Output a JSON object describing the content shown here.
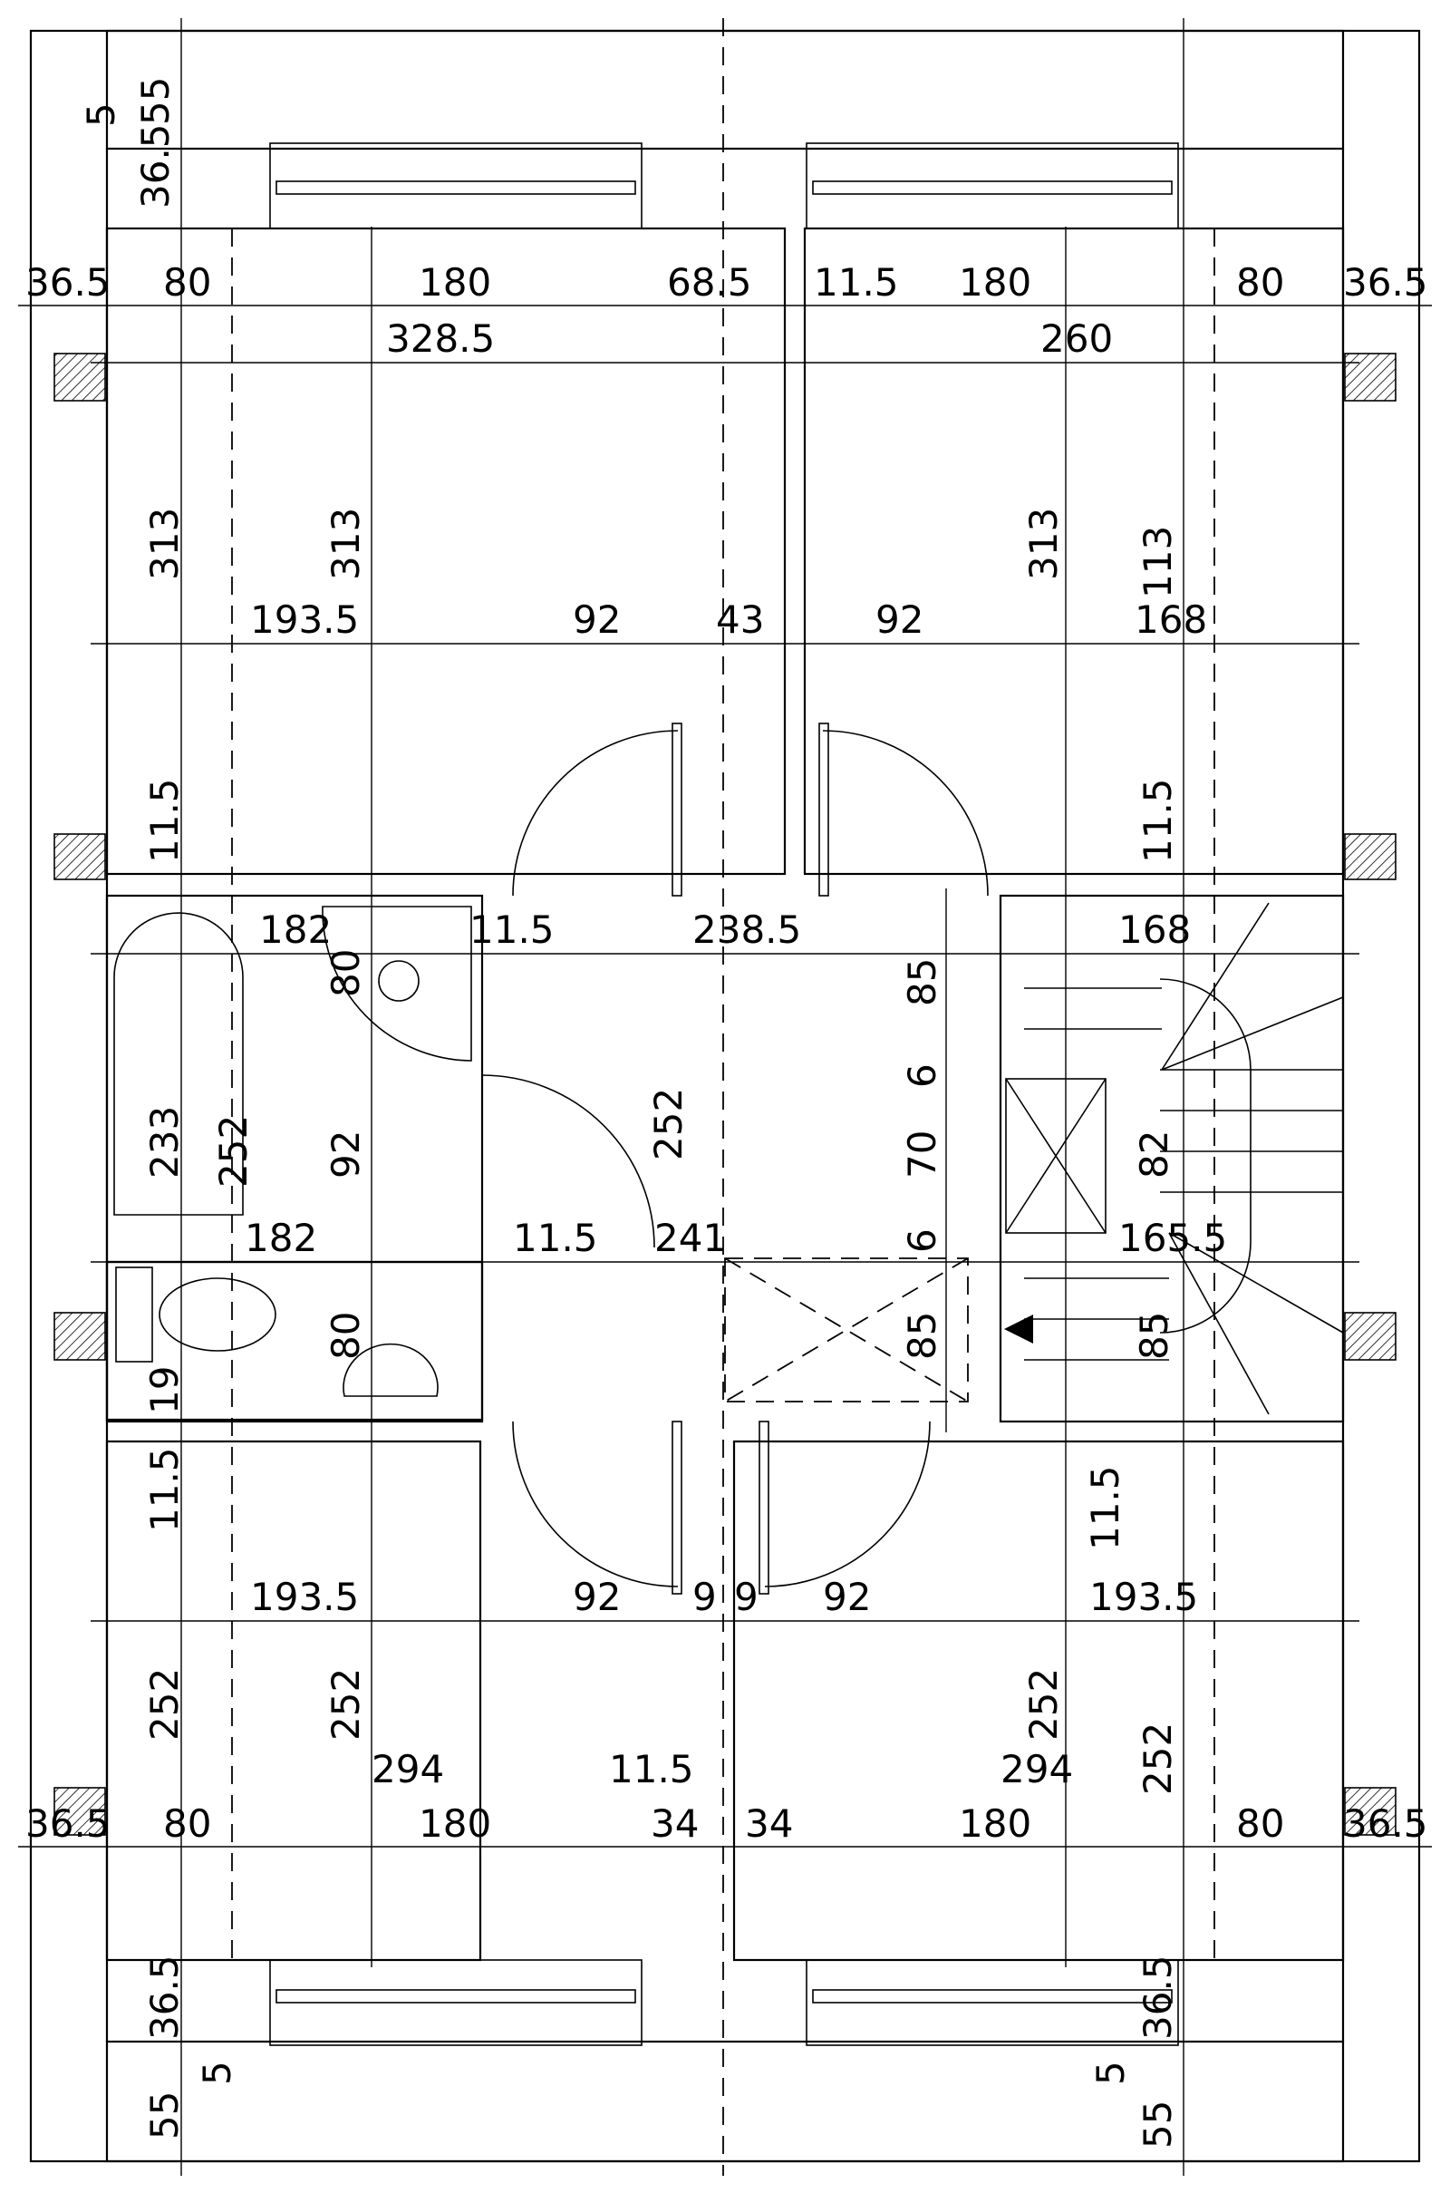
{
  "drawing": {
    "top_row": [
      "36.5",
      "80",
      "180",
      "68.5",
      "11.5",
      "180",
      "80",
      "36.5"
    ],
    "top_row2": [
      "328.5",
      "260"
    ],
    "corner_marks": [
      "55",
      "5",
      "36.5"
    ],
    "upper_rooms": [
      "313",
      "313",
      "313",
      "113",
      "193.5",
      "92",
      "43",
      "92",
      "168",
      "11.5",
      "11.5"
    ],
    "middle": [
      "182",
      "11.5",
      "238.5",
      "168",
      "85",
      "80",
      "233",
      "252",
      "92",
      "252",
      "6",
      "70",
      "82",
      "6",
      "182",
      "11.5",
      "241",
      "165.5",
      "85",
      "85",
      "80",
      "19"
    ],
    "lower_rooms": [
      "11.5",
      "11.5",
      "193.5",
      "92",
      "9",
      "9",
      "92",
      "193.5",
      "252",
      "252",
      "252",
      "252",
      "294",
      "294",
      "11.5"
    ],
    "bottom_row": [
      "36.5",
      "80",
      "180",
      "34",
      "34",
      "180",
      "80",
      "36.5"
    ],
    "bottom_marks": [
      "36.5",
      "36.5",
      "5",
      "5",
      "55",
      "55"
    ]
  }
}
